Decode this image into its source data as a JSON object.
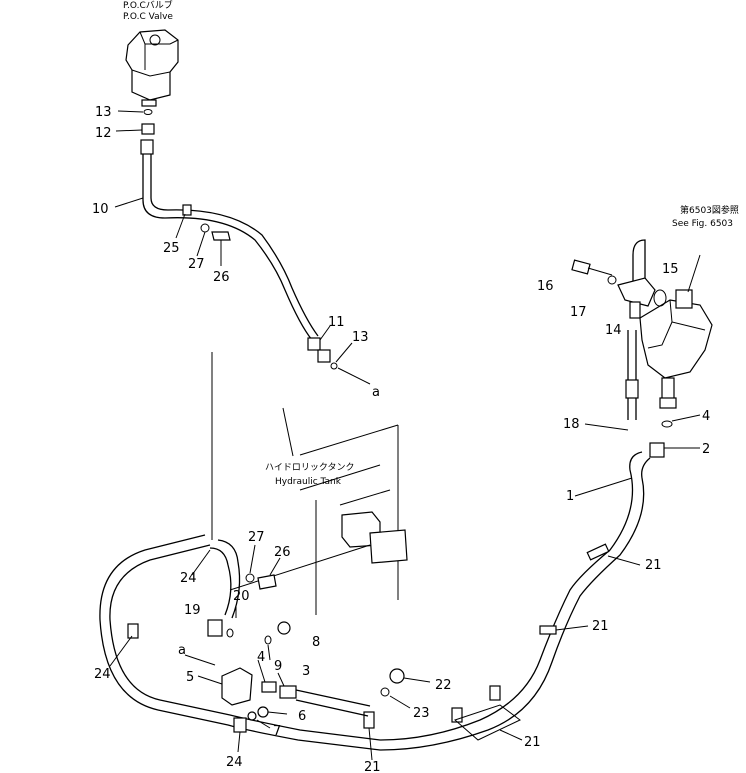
{
  "captions": {
    "poc_jp": "P.O.Cバルブ",
    "poc_en": "P.O.C Valve",
    "tank_jp": "ハイドロリックタンク",
    "tank_en": "Hydraulic Tank",
    "ref_jp": "第6503図参照",
    "ref_en": "See Fig. 6503"
  },
  "labels": {
    "l13a": "13",
    "l12": "12",
    "l10": "10",
    "l25": "25",
    "l27a": "27",
    "l26a": "26",
    "l11": "11",
    "l13b": "13",
    "la1": "a",
    "l16": "16",
    "l15": "15",
    "l17": "17",
    "l14": "14",
    "l4a": "4",
    "l2": "2",
    "l18": "18",
    "l1": "1",
    "l21a": "21",
    "l21b": "21",
    "l21c": "21",
    "l21d": "21",
    "l27b": "27",
    "l26b": "26",
    "l24a": "24",
    "l20": "20",
    "l19": "19",
    "l8": "8",
    "l24b": "24",
    "la2": "a",
    "l9": "9",
    "l4b": "4",
    "l3": "3",
    "l5": "5",
    "l6": "6",
    "l7": "7",
    "l22": "22",
    "l23": "23",
    "l24c": "24"
  }
}
